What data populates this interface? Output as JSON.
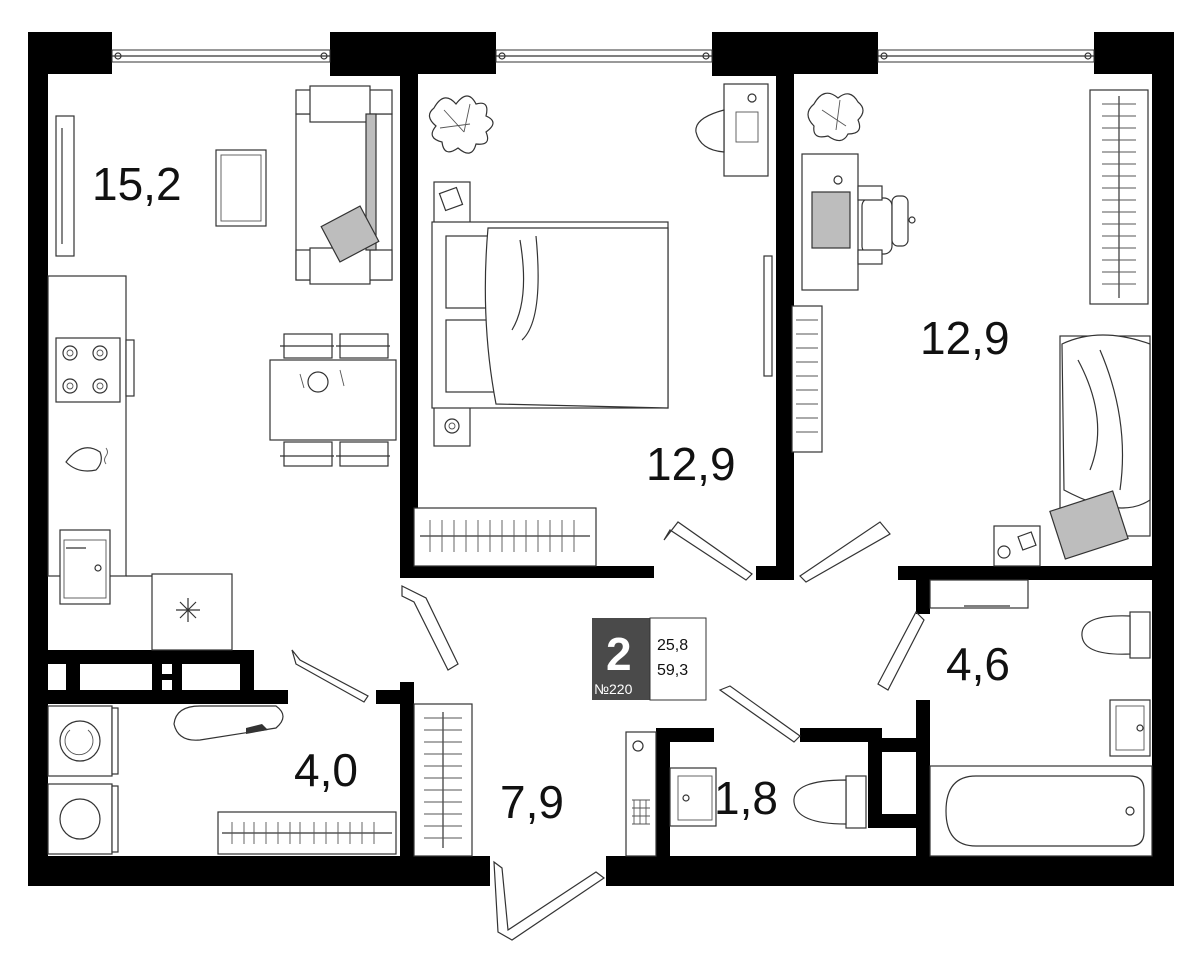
{
  "rooms": {
    "living_kitchen": {
      "area": "15,2"
    },
    "bedroom_1": {
      "area": "12,9"
    },
    "bedroom_2": {
      "area": "12,9"
    },
    "utility": {
      "area": "4,0"
    },
    "hallway": {
      "area": "7,9"
    },
    "toilet": {
      "area": "1,8"
    },
    "bathroom": {
      "area": "4,6"
    }
  },
  "badge": {
    "rooms_count": "2",
    "apartment_no": "№220",
    "living_area": "25,8",
    "total_area": "59,3",
    "color": "#4a4a4a"
  },
  "colors": {
    "wall": "#000000",
    "furniture_accent": "#bdbdbd"
  },
  "icons": [
    "window-icon",
    "door-swing-icon",
    "sofa-icon",
    "bed-icon",
    "plant-icon",
    "stove-icon",
    "sink-icon",
    "fridge-icon",
    "washer-icon",
    "toilet-icon",
    "bathtub-icon",
    "desk-icon",
    "chair-icon",
    "wardrobe-icon",
    "iron-icon"
  ]
}
